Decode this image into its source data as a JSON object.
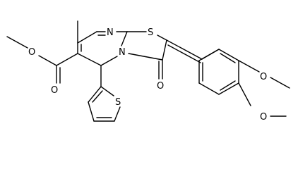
{
  "molecule": {
    "atoms": {
      "n_ring": "N",
      "n_bridge": "N",
      "s_thiazole": "S",
      "o_ketone": "O",
      "o_ester_single": "O",
      "o_ester_double": "O",
      "o_methoxy_meta": "O",
      "o_methoxy_para": "O",
      "s_thiophene": "S"
    },
    "colors": {
      "bond": "#000000",
      "label": "#000000",
      "background": "#ffffff"
    }
  }
}
